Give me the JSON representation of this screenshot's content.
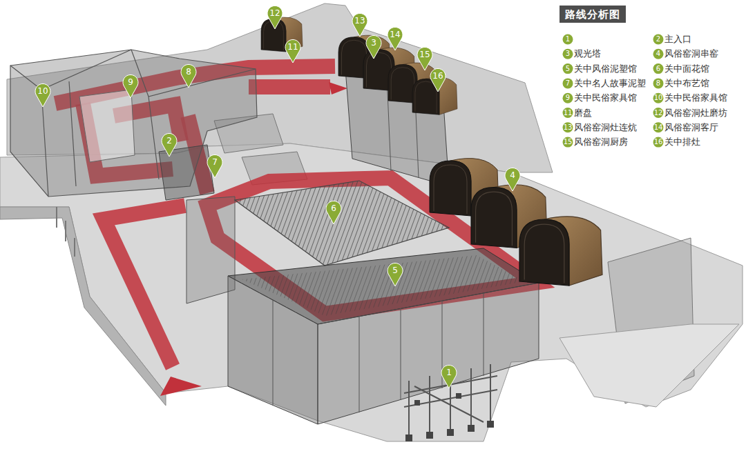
{
  "diagram": {
    "title": "路线分析图",
    "labels": [
      "1",
      "2",
      "3",
      "4",
      "5",
      "6",
      "7",
      "8",
      "9",
      "10",
      "11",
      "12",
      "13",
      "14",
      "15",
      "16",
      "1",
      "2",
      "3",
      "4",
      "5",
      "6",
      "7",
      "8",
      "9",
      "10",
      "11",
      "12",
      "13",
      "14",
      "15",
      "16"
    ],
    "legend": [
      {
        "text": "主入口"
      },
      {
        "text": "观光塔"
      },
      {
        "text": "风俗窑洞串窑"
      },
      {
        "text": "关中风俗泥塑馆"
      },
      {
        "text": "关中面花馆"
      },
      {
        "text": "关中名人故事泥塑"
      },
      {
        "text": "关中布艺馆"
      },
      {
        "text": "关中民俗家具馆"
      },
      {
        "text": "关中民俗家具馆"
      },
      {
        "text": "磨盘"
      },
      {
        "text": "风俗窑洞灶磨坊"
      },
      {
        "text": "风俗窑洞灶连炕"
      },
      {
        "text": "风俗窑洞客厅"
      },
      {
        "text": "风俗窑洞厨房"
      },
      {
        "text": "关中排灶"
      }
    ]
  }
}
